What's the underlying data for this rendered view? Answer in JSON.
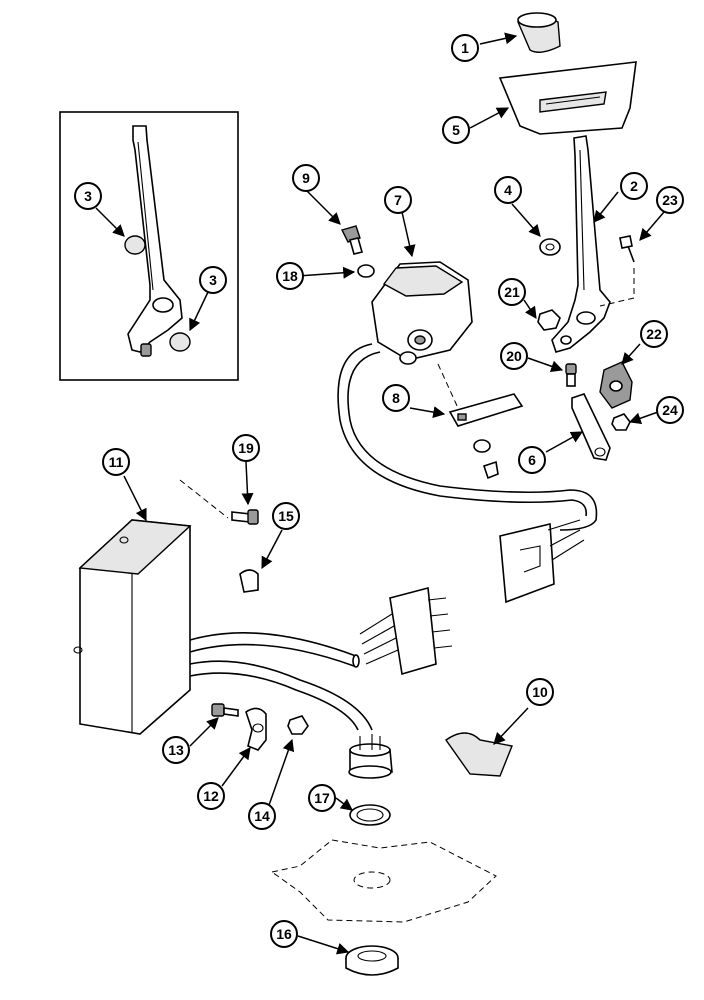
{
  "diagram": {
    "callouts": [
      {
        "id": "1",
        "label": "1"
      },
      {
        "id": "2",
        "label": "2"
      },
      {
        "id": "3a",
        "label": "3"
      },
      {
        "id": "3b",
        "label": "3"
      },
      {
        "id": "4",
        "label": "4"
      },
      {
        "id": "5",
        "label": "5"
      },
      {
        "id": "6",
        "label": "6"
      },
      {
        "id": "7",
        "label": "7"
      },
      {
        "id": "8",
        "label": "8"
      },
      {
        "id": "9",
        "label": "9"
      },
      {
        "id": "10",
        "label": "10"
      },
      {
        "id": "11",
        "label": "11"
      },
      {
        "id": "12",
        "label": "12"
      },
      {
        "id": "13",
        "label": "13"
      },
      {
        "id": "14",
        "label": "14"
      },
      {
        "id": "15",
        "label": "15"
      },
      {
        "id": "16",
        "label": "16"
      },
      {
        "id": "17",
        "label": "17"
      },
      {
        "id": "18",
        "label": "18"
      },
      {
        "id": "19",
        "label": "19"
      },
      {
        "id": "20",
        "label": "20"
      },
      {
        "id": "21",
        "label": "21"
      },
      {
        "id": "22",
        "label": "22"
      },
      {
        "id": "23",
        "label": "23"
      },
      {
        "id": "24",
        "label": "24"
      }
    ]
  }
}
